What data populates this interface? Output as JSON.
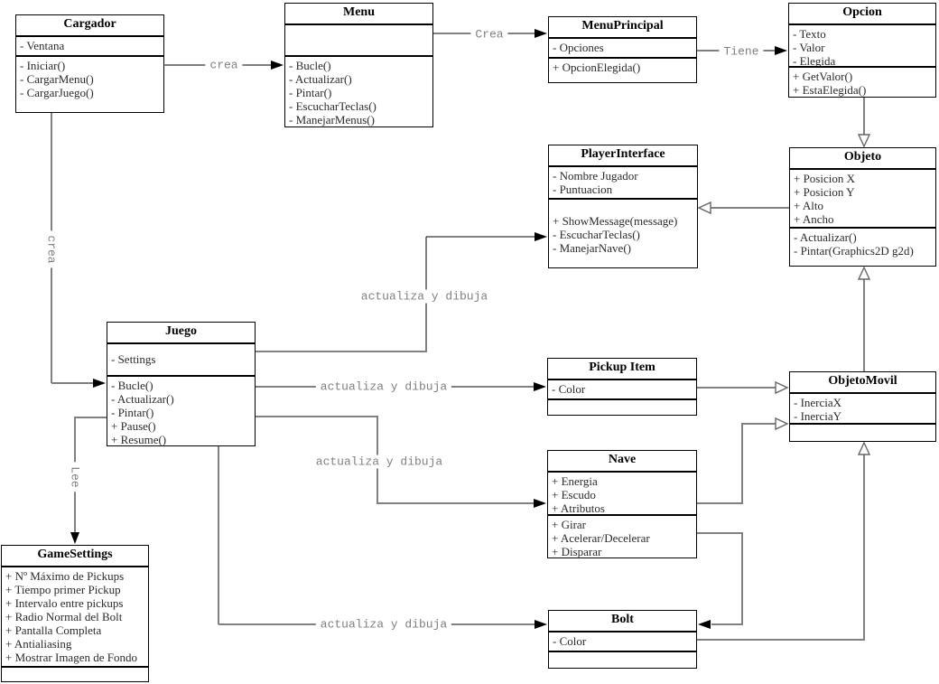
{
  "classes": {
    "cargador": {
      "name": "Cargador",
      "attributes": [
        "- Ventana"
      ],
      "methods": [
        "- Iniciar()",
        "- CargarMenu()",
        "- CargarJuego()"
      ]
    },
    "menu": {
      "name": "Menu",
      "attributes": [],
      "methods": [
        "- Bucle()",
        "- Actualizar()",
        "- Pintar()",
        "- EscucharTeclas()",
        "- ManejarMenus()"
      ]
    },
    "menuprincipal": {
      "name": "MenuPrincipal",
      "attributes": [
        "- Opciones"
      ],
      "methods": [
        "+ OpcionElegida()"
      ]
    },
    "opcion": {
      "name": "Opcion",
      "attributes": [
        "- Texto",
        "- Valor",
        "- Elegida"
      ],
      "methods": [
        "+ GetValor()",
        "+ EstaElegida()"
      ]
    },
    "objeto": {
      "name": "Objeto",
      "attributes": [
        "+ Posicion X",
        "+ Posicion Y",
        "+ Alto",
        "+ Ancho"
      ],
      "methods": [
        "- Actualizar()",
        "- Pintar(Graphics2D g2d)"
      ]
    },
    "playerinterface": {
      "name": "PlayerInterface",
      "attributes": [
        "- Nombre Jugador",
        "- Puntuacion"
      ],
      "methods": [
        "+ ShowMessage(message)",
        "- EscucharTeclas()",
        "- ManejarNave()"
      ]
    },
    "juego": {
      "name": "Juego",
      "attributes": [
        "- Settings"
      ],
      "methods": [
        "- Bucle()",
        "- Actualizar()",
        "- Pintar()",
        "+ Pause()",
        "+ Resume()"
      ]
    },
    "gamesettings": {
      "name": "GameSettings",
      "attributes": [
        "+ Nº Máximo de Pickups",
        "+ Tiempo primer Pickup",
        "+ Intervalo entre pickups",
        "+ Radio Normal del Bolt",
        "+ Pantalla Completa",
        "+ Antialiasing",
        "+ Mostrar Imagen de Fondo"
      ],
      "methods": []
    },
    "pickupitem": {
      "name": "Pickup Item",
      "attributes": [
        "- Color"
      ],
      "methods": []
    },
    "nave": {
      "name": "Nave",
      "attributes": [
        "+ Energia",
        "+ Escudo",
        "+ Atributos"
      ],
      "methods": [
        "+ Girar",
        "+ Acelerar/Decelerar",
        "+ Disparar"
      ]
    },
    "bolt": {
      "name": "Bolt",
      "attributes": [
        "- Color"
      ],
      "methods": []
    },
    "objetomovil": {
      "name": "ObjetoMovil",
      "attributes": [
        "- InerciaX",
        "- InerciaY"
      ],
      "methods": []
    }
  },
  "labels": {
    "crea_cargador_menu": "crea",
    "crea_menu_menuprincipal": "Crea",
    "tiene": "Tiene",
    "crea_cargador_juego": "crea",
    "lee": "Lee",
    "actualiza": "actualiza y dibuja"
  },
  "colors": {
    "line_gray": "#808080",
    "line_black": "#000000",
    "box_border": "#000000",
    "member_text": "#2b2b2b",
    "label_text": "#808080",
    "background": "#ffffff"
  }
}
